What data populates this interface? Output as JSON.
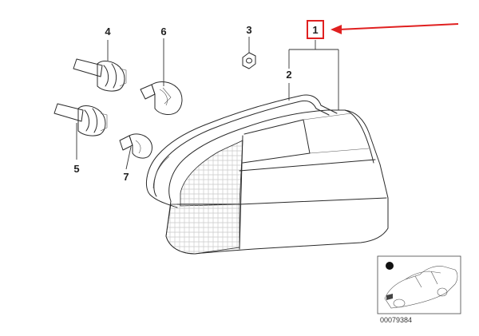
{
  "callouts": {
    "part_1": "1",
    "part_2": "2",
    "part_3": "3",
    "part_4": "4",
    "part_5": "5",
    "part_6": "6",
    "part_7": "7"
  },
  "inset": {
    "reference_number": "00079384"
  },
  "colors": {
    "highlight": "#e02020",
    "ink": "#2a2a2a"
  }
}
